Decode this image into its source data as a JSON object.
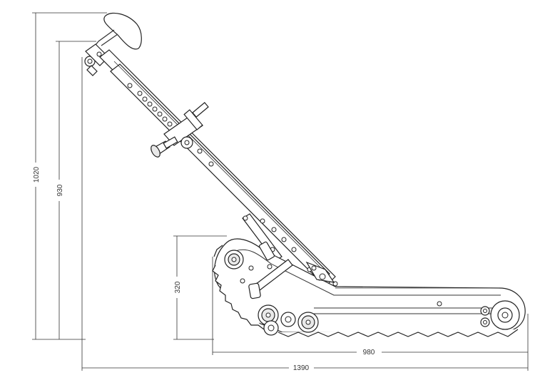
{
  "dimensions": {
    "overall_height": "1020",
    "handle_height": "930",
    "track_front_height": "320",
    "track_length": "980",
    "overall_length": "1390"
  },
  "colors": {
    "line": "#333333",
    "background": "#ffffff"
  }
}
